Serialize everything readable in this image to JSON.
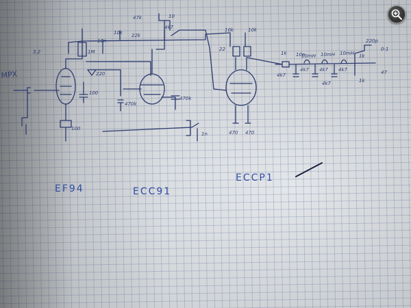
{
  "schematic": {
    "tube_labels": [
      "EF94",
      "ECC91",
      "ECCP1"
    ],
    "input_label": "MPX",
    "component_labels": [
      "3,2",
      "10n",
      "47k",
      "100",
      "220",
      "100",
      "1M",
      "10k",
      "22k",
      "10",
      "4k7",
      "470k",
      "470k",
      "10k",
      "10k",
      "22",
      "1n",
      "470",
      "470",
      "1k",
      "10n",
      "4k7",
      "4k7",
      "4k7",
      "4k7",
      "4k7",
      "10mH",
      "10mH",
      "10mH",
      "220p",
      "0-1",
      "1k",
      "1k",
      "47"
    ]
  },
  "viewer": {
    "zoom_icon": "zoom-in-icon"
  },
  "colors": {
    "ink": "#2b3a6e",
    "paper": "#dfe3e8",
    "desk": "#3a2616"
  }
}
